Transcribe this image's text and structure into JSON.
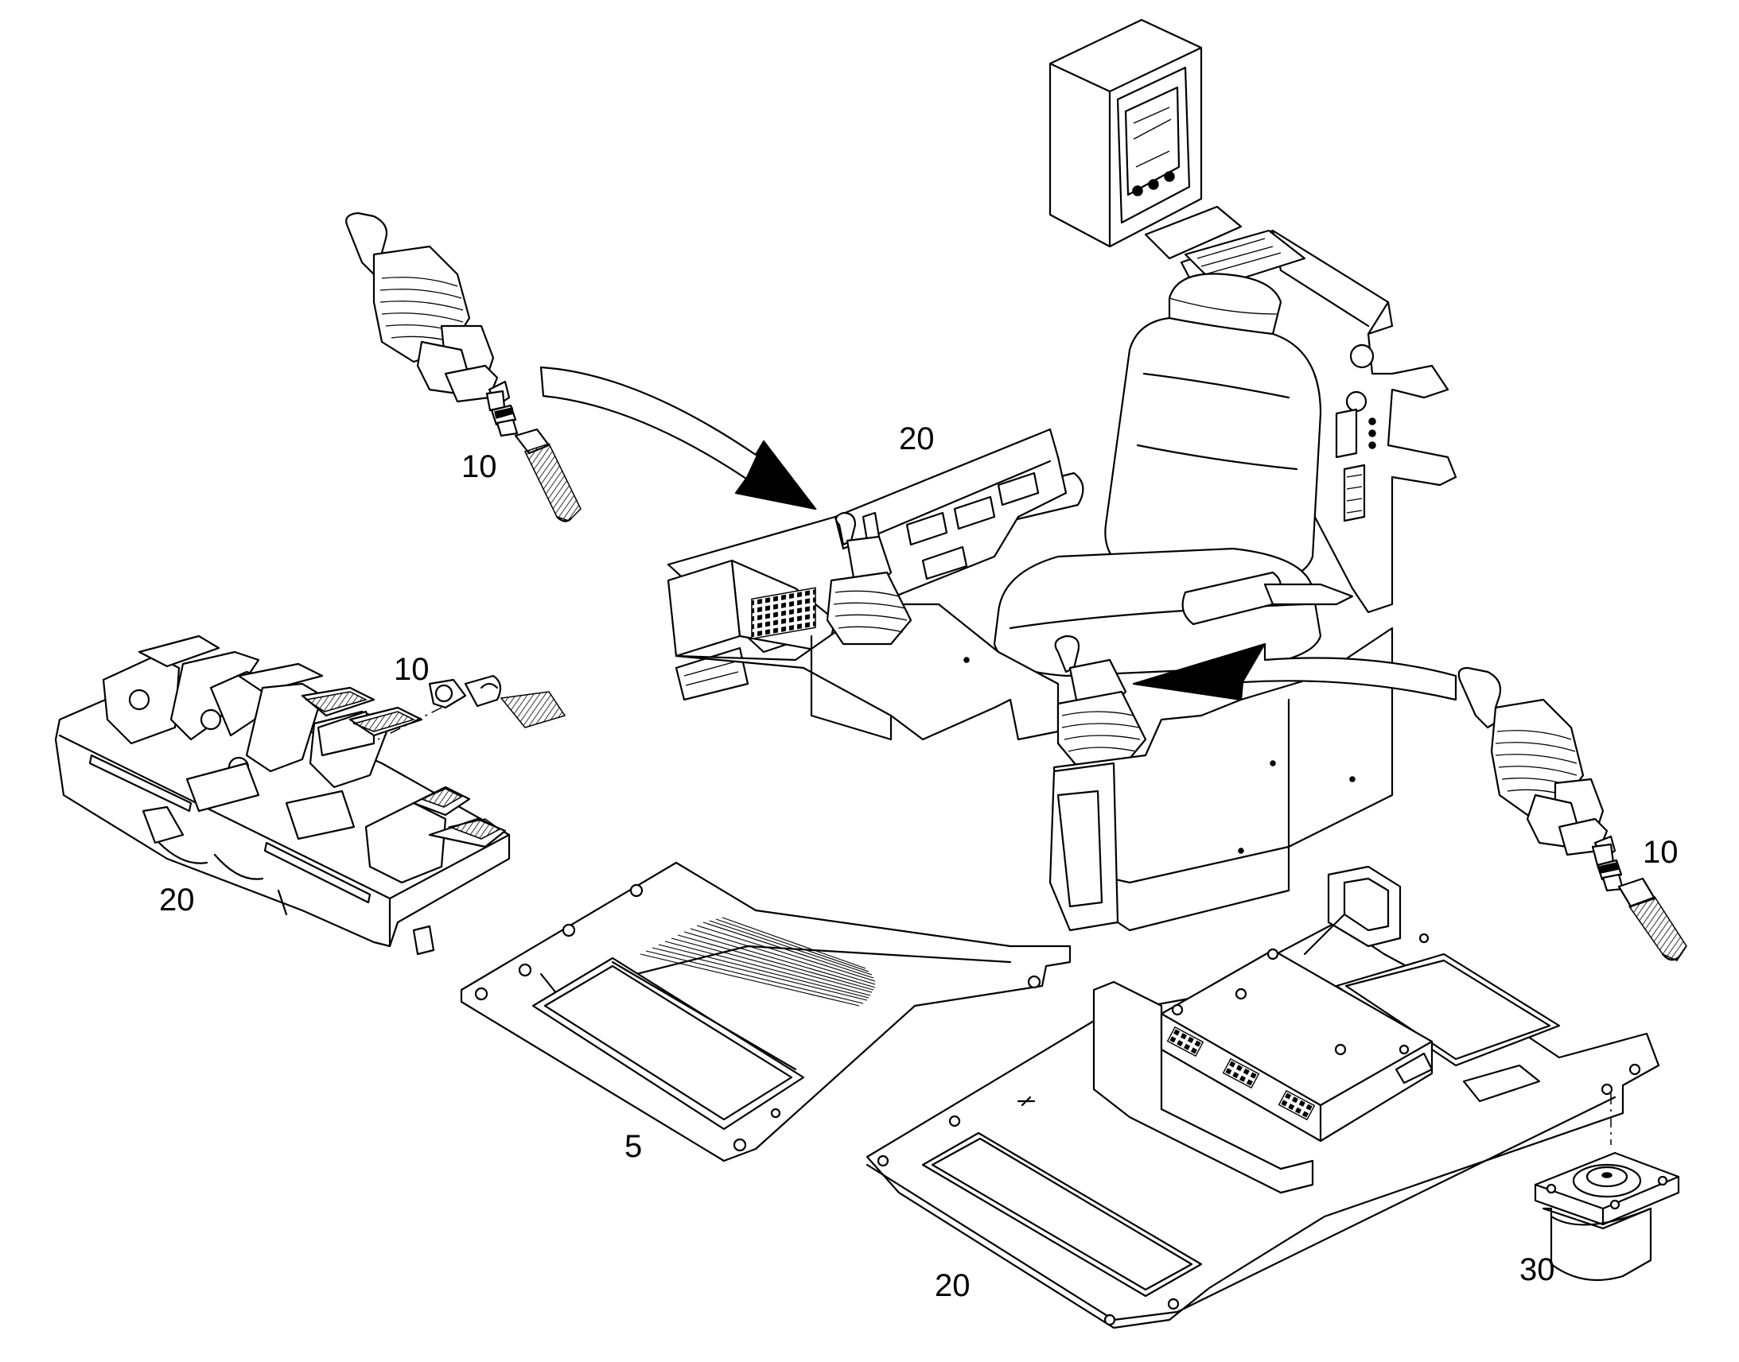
{
  "callouts": {
    "joystick_left": "10",
    "console": "20",
    "pedal_fitting": "10",
    "pedal_assembly": "20",
    "joystick_right": "10",
    "floor_mat": "5",
    "floor_plate": "20",
    "mount": "30"
  }
}
